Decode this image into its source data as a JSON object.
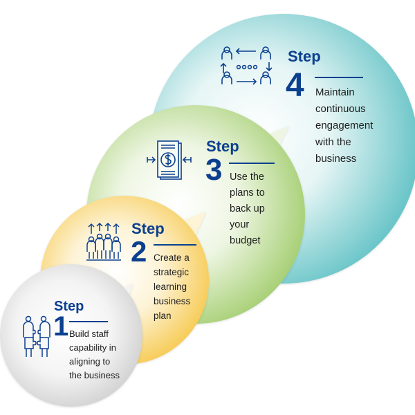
{
  "colors": {
    "heading": "#0b3f8f",
    "step1": "#d9d9d9",
    "step2": "#f6c84c",
    "step3": "#a6cf74",
    "step4": "#6cc6c9"
  },
  "steps": [
    {
      "heading": "Step",
      "number": "1",
      "description": [
        "Build staff",
        "capability in",
        "aligning to",
        "the business"
      ],
      "icon": "team-puzzle-icon"
    },
    {
      "heading": "Step",
      "number": "2",
      "description": [
        "Create a",
        "strategic",
        "learning",
        "business",
        "plan"
      ],
      "icon": "team-growth-icon"
    },
    {
      "heading": "Step",
      "number": "3",
      "description": [
        "Use the",
        "plans to",
        "back up",
        "your",
        "budget"
      ],
      "icon": "budget-document-icon"
    },
    {
      "heading": "Step",
      "number": "4",
      "description": [
        "Maintain",
        "continuous",
        "engagement",
        "with the",
        "business"
      ],
      "icon": "engagement-cycle-icon"
    }
  ]
}
